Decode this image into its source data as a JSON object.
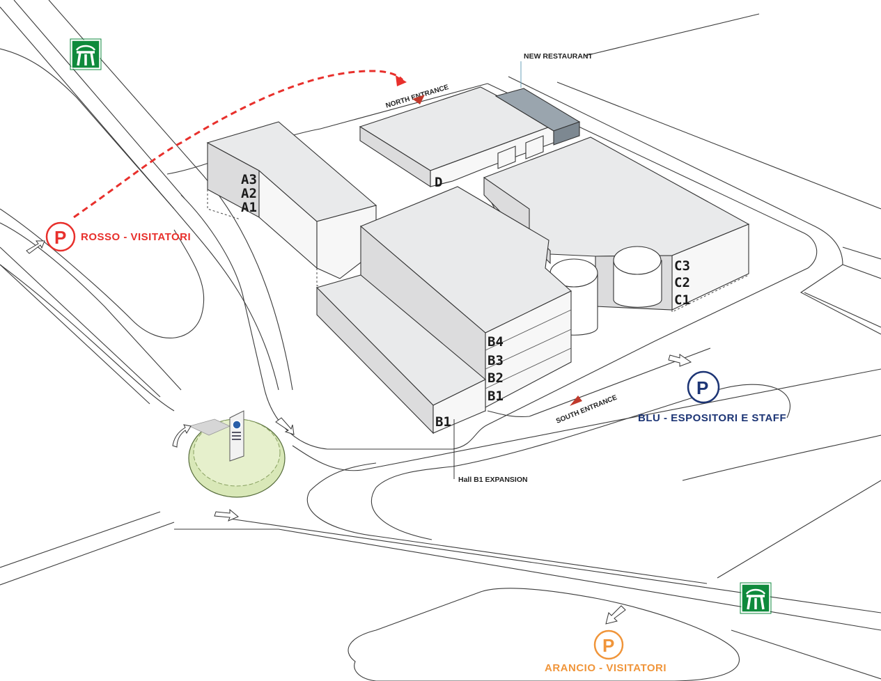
{
  "colors": {
    "rosso": "#e8302c",
    "blu": "#1d3575",
    "arancio": "#f0953a",
    "motorway": "#0f8a3c",
    "restaurant": "#9aa5ae",
    "roundabout": "#d9e8b8"
  },
  "labels": {
    "new_restaurant": "NEW RESTAURANT",
    "north_entrance": "NORTH ENTRANCE",
    "south_entrance": "SOUTH ENTRANCE",
    "hall_b1_expansion": "Hall B1 EXPANSION"
  },
  "halls": {
    "a1": "A1",
    "a2": "A2",
    "a3": "A3",
    "b1": "B1",
    "b1_expansion": "B1",
    "b2": "B2",
    "b3": "B3",
    "b4": "B4",
    "c1": "C1",
    "c2": "C2",
    "c3": "C3",
    "d": "D"
  },
  "parking": {
    "symbol": "P",
    "rosso": "ROSSO - VISITATORI",
    "blu": "BLU - ESPOSITORI E STAFF",
    "arancio": "ARANCIO - VISITATORI"
  },
  "icons": {
    "motorway": "motorway-icon",
    "parking": "parking-icon",
    "arrow": "direction-arrow-icon",
    "totem": "sign-totem-icon"
  }
}
